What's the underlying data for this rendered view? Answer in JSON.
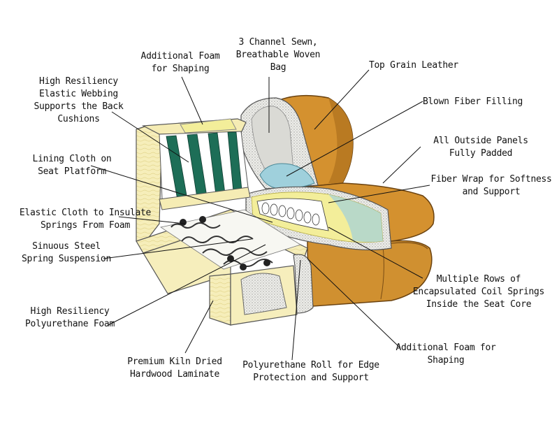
{
  "labels": {
    "additional_foam_top": "Additional Foam\nfor Shaping",
    "channel_sewn_bag": "3 Channel Sewn,\nBreathable Woven\nBag",
    "top_grain_leather": "Top Grain Leather",
    "high_resiliency_webbing": "High Resiliency\nElastic Webbing\nSupports the Back\nCushions",
    "blown_fiber_filling": "Blown Fiber Filling",
    "all_outside_panels": "All Outside Panels\nFully Padded",
    "lining_cloth": "Lining Cloth on\nSeat Platform",
    "fiber_wrap": "Fiber Wrap for Softness\nand Support",
    "elastic_cloth": "Elastic Cloth to Insulate\nSprings From Foam",
    "sinuous_steel": "Sinuous Steel\nSpring Suspension",
    "encapsulated_coils": "Multiple Rows of\nEncapsulated Coil Springs\nInside the Seat Core",
    "high_resiliency_foam": "High Resiliency\nPolyurethane Foam",
    "additional_foam_bottom": "Additional Foam for\nShaping",
    "kiln_dried_hardwood": "Premium Kiln Dried\nHardwood Laminate",
    "polyurethane_roll": "Polyurethane Roll for Edge\nProtection and Support"
  },
  "colors": {
    "leather": "#d4912f",
    "leather_dark": "#a86a1c",
    "wood": "#f5ecb4",
    "webbing": "#1d6e57",
    "fiber_blue": "#9fd0dc",
    "foam_yellow": "#f3ee9a",
    "cloth_grey": "#dcdcd6"
  }
}
